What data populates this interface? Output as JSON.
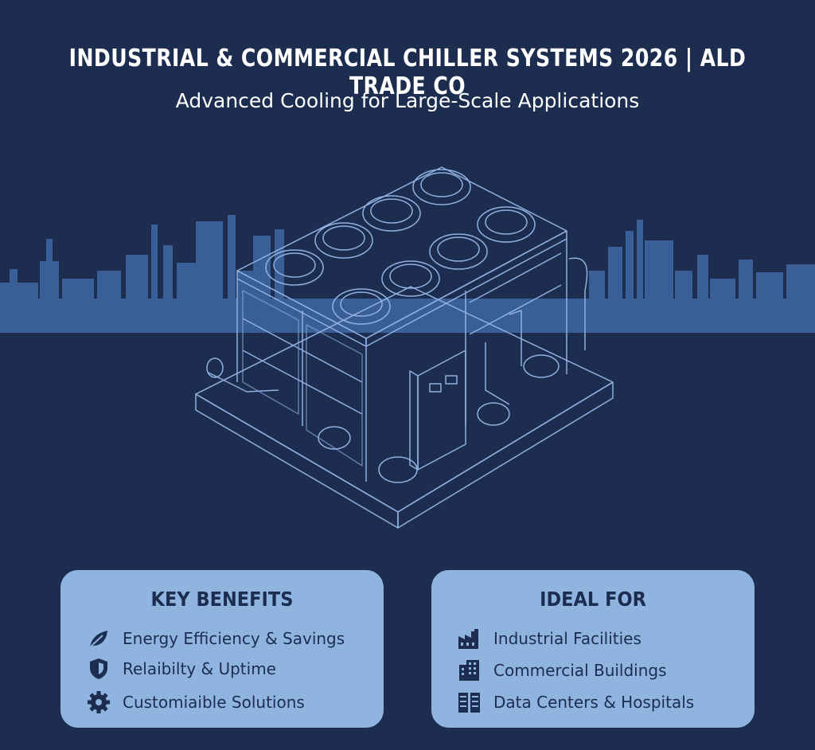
{
  "header": {
    "title": "INDUSTRIAL & COMMERCIAL CHILLER SYSTEMS 2026 | ALD TRADE CO",
    "subtitle": "Advanced Cooling for Large-Scale Applications"
  },
  "colors": {
    "background": "#1c2d4f",
    "skyline": "#3a5f96",
    "blueprint_line": "#8fb0e0",
    "card": "#8fb4e0",
    "card_text": "#1c2d4f"
  },
  "benefits": {
    "heading": "KEY BENEFITS",
    "items": [
      {
        "label": "Energy Efficiency & Savings",
        "icon": "leaf-icon"
      },
      {
        "label": "Relaibilty & Uptime",
        "icon": "shield-icon"
      },
      {
        "label": "Customiaible Solutions",
        "icon": "gear-icon"
      }
    ]
  },
  "ideal": {
    "heading": "IDEAL FOR",
    "items": [
      {
        "label": "Industrial Facilities",
        "icon": "factory-icon"
      },
      {
        "label": "Commercial Buildings",
        "icon": "office-building-icon"
      },
      {
        "label": "Data Centers & Hospitals",
        "icon": "server-rack-icon"
      }
    ]
  }
}
